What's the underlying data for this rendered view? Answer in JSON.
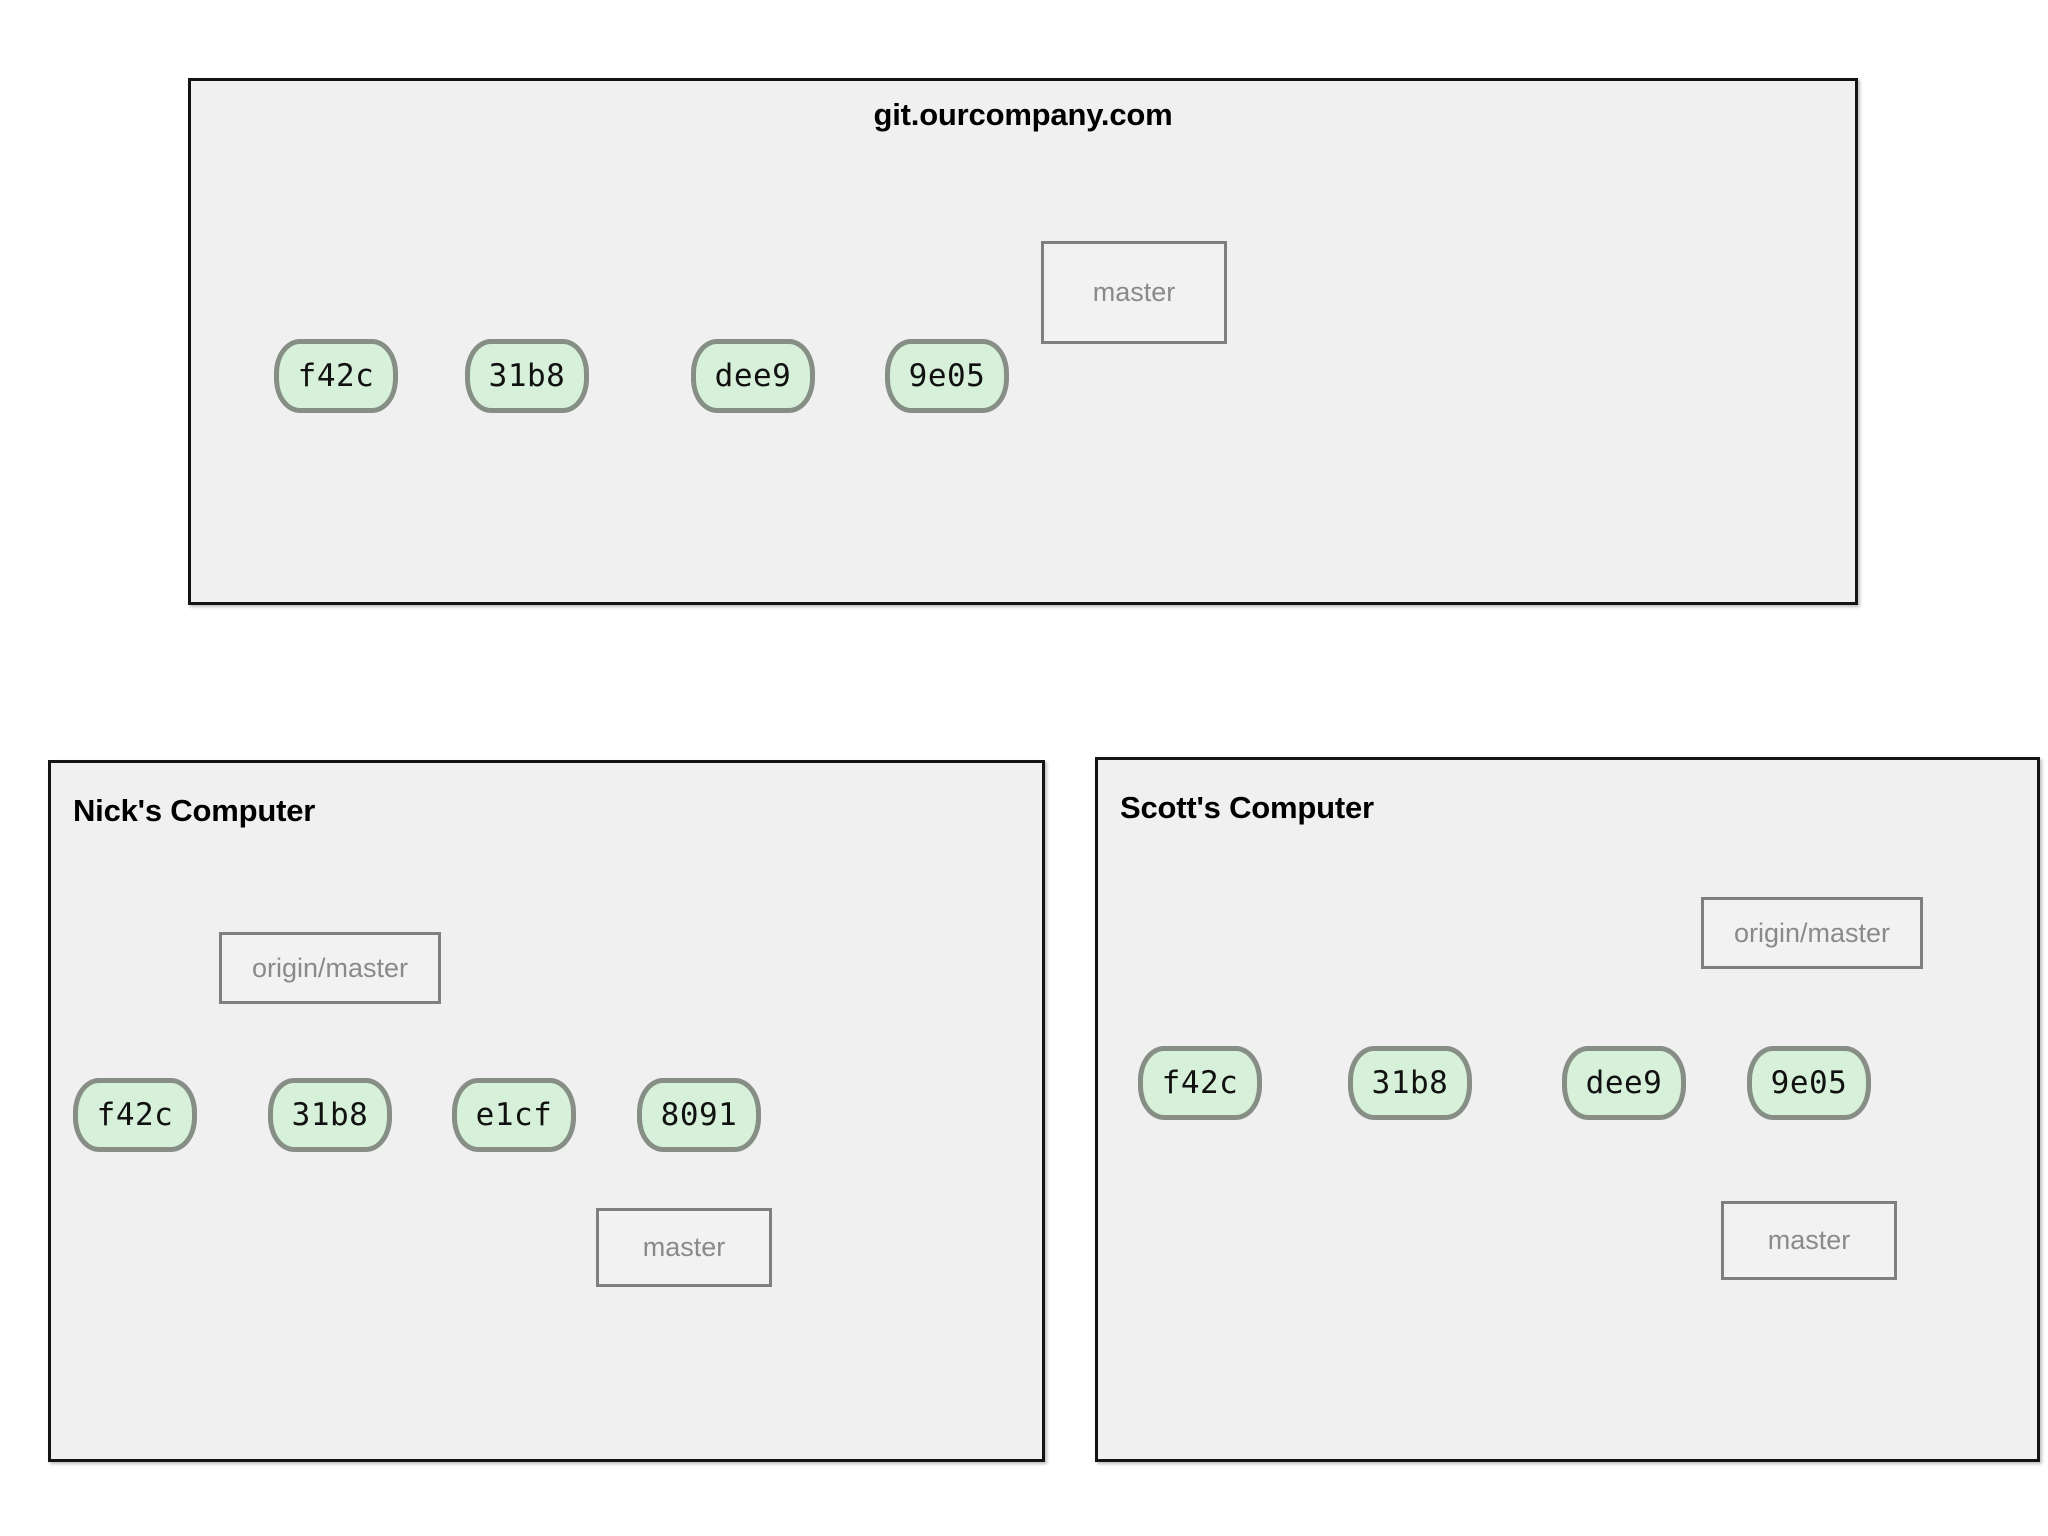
{
  "page": {
    "background_color": "#ffffff",
    "panel_fill": "#f0f0f0",
    "panel_border_color": "#141414",
    "commit_fill": "#d6f0d9",
    "commit_border_color": "#868e86",
    "ref_label_fill": "#f2f2f2",
    "ref_label_border_color": "#7f7f7f",
    "ref_label_text_color": "#8a8a8a",
    "arrow_color": "#1a1a1a"
  },
  "panels": [
    {
      "id": "server",
      "title": "git.ourcompany.com",
      "title_align": "center",
      "commits": [
        "f42c",
        "31b8",
        "dee9",
        "9e05"
      ],
      "refs": [
        {
          "label": "master",
          "points_to": "9e05",
          "direction": "down"
        }
      ]
    },
    {
      "id": "nick",
      "title": "Nick's Computer",
      "title_align": "left",
      "commits": [
        "f42c",
        "31b8",
        "e1cf",
        "8091"
      ],
      "refs": [
        {
          "label": "origin/master",
          "points_to": "31b8",
          "direction": "down"
        },
        {
          "label": "master",
          "points_to": "8091",
          "direction": "up"
        }
      ]
    },
    {
      "id": "scott",
      "title": "Scott's Computer",
      "title_align": "left",
      "commits": [
        "f42c",
        "31b8",
        "dee9",
        "9e05"
      ],
      "refs": [
        {
          "label": "origin/master",
          "points_to": "9e05",
          "direction": "down"
        },
        {
          "label": "master",
          "points_to": "9e05",
          "direction": "up"
        }
      ]
    }
  ],
  "server": {
    "title": "git.ourcompany.com",
    "commit_0": "f42c",
    "commit_1": "31b8",
    "commit_2": "dee9",
    "commit_3": "9e05",
    "ref_master": "master"
  },
  "nick": {
    "title": "Nick's Computer",
    "commit_0": "f42c",
    "commit_1": "31b8",
    "commit_2": "e1cf",
    "commit_3": "8091",
    "ref_origin_master": "origin/master",
    "ref_master": "master"
  },
  "scott": {
    "title": "Scott's Computer",
    "commit_0": "f42c",
    "commit_1": "31b8",
    "commit_2": "dee9",
    "commit_3": "9e05",
    "ref_origin_master": "origin/master",
    "ref_master": "master"
  }
}
